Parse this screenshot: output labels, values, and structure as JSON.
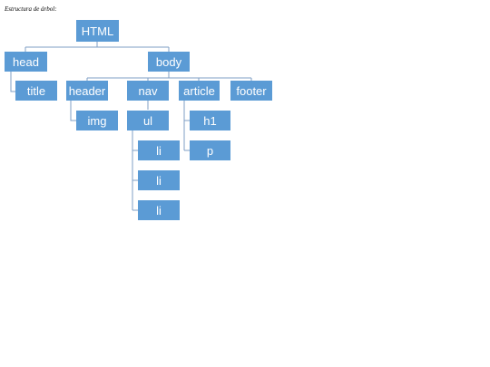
{
  "caption": "Estructura de árbol:",
  "nodes": {
    "html": "HTML",
    "head": "head",
    "body": "body",
    "title": "title",
    "header": "header",
    "nav": "nav",
    "article": "article",
    "footer": "footer",
    "img": "img",
    "ul": "ul",
    "h1": "h1",
    "p": "p",
    "li1": "li",
    "li2": "li",
    "li3": "li"
  },
  "colors": {
    "node_fill": "#5b9bd5",
    "node_text": "#ffffff",
    "connector": "#7f9fc4"
  }
}
